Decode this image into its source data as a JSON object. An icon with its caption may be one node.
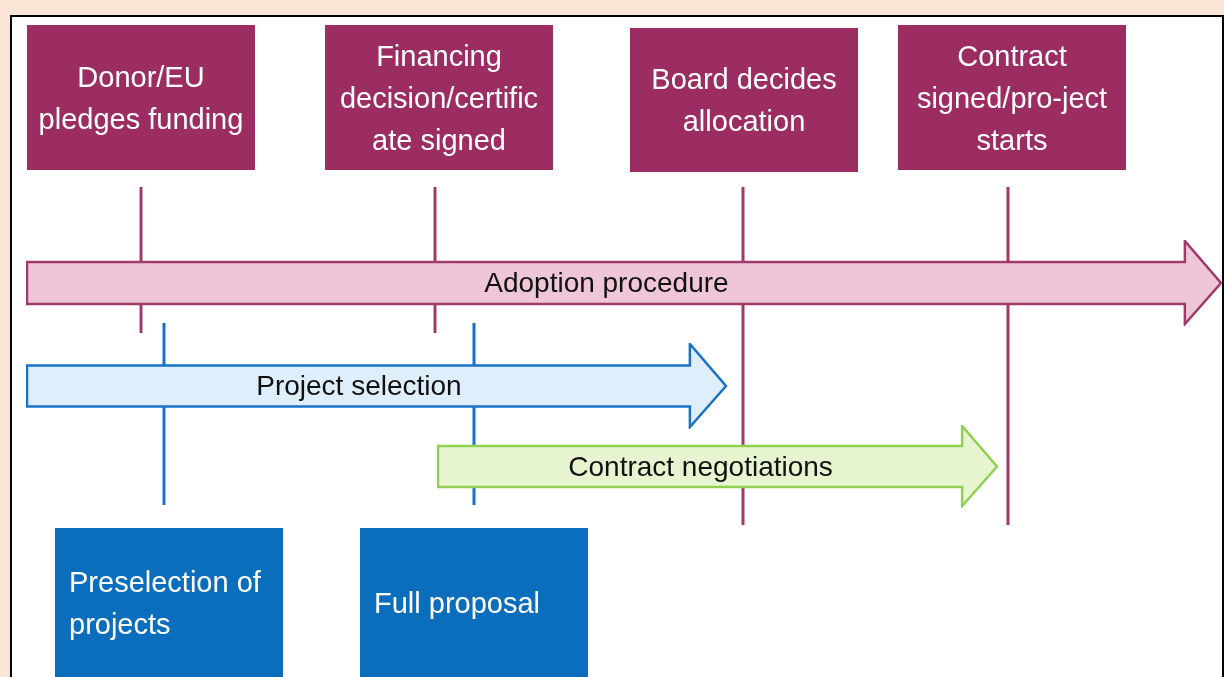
{
  "diagram": {
    "nodes": [
      {
        "text": [
          "Donor/EU pledges funding"
        ]
      },
      {
        "text": [
          "Financing decision/certificate signed"
        ]
      },
      {
        "text": [
          "Board decides allocation"
        ]
      },
      {
        "text": [
          "Contract signed/pro-ject starts"
        ]
      },
      {
        "text": [
          "Adoption procedure"
        ]
      },
      {
        "text": [
          "Project selection"
        ]
      },
      {
        "text": [
          "Contract negotiations"
        ]
      },
      {
        "text": [
          "Preselection of projects"
        ]
      },
      {
        "text": [
          "Full proposal"
        ]
      }
    ]
  }
}
